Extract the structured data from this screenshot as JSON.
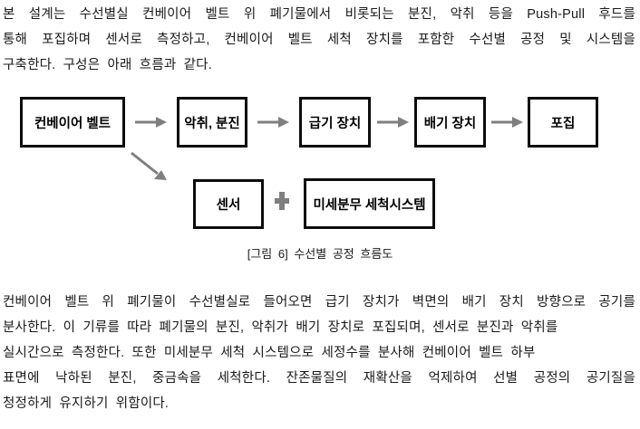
{
  "intro": {
    "lines": [
      "본 설계는 수선별실 컨베이어 벨트 위 폐기물에서 비롯되는 분진, 악취 등을 Push-Pull 후드를",
      "통해 포집하며 센서로 측정하고, 컨베이어 벨트 세척 장치를 포함한 수선별 공정 및 시스템을",
      "구축한다. 구성은 아래 흐름과 같다."
    ]
  },
  "diagram": {
    "flow": [
      "컨베이어 벨트",
      "악취, 분진",
      "급기 장치",
      "배기 장치",
      "포집"
    ],
    "sensor": "센서",
    "spray": "미세분무 세척시스템",
    "caption": "[그림 6] 수선별 공정 흐름도",
    "icons": {
      "flow_arrow": "right-arrow-icon",
      "branch_arrow": "diagonal-arrow-icon",
      "combine": "plus-icon"
    },
    "colors": {
      "arrow": "#7f7f7f",
      "box_border": "#0c0c0c",
      "text": "#1a1a1a"
    }
  },
  "body": {
    "lines": [
      "컨베이어 벨트 위 폐기물이 수선별실로 들어오면 급기 장치가 벽면의 배기 장치 방향으로 공기를",
      "분사한다. 이 기류를 따라 폐기물의 분진, 악취가 배기 장치로 포집되며, 센서로 분진과 악취를",
      "실시간으로 측정한다. 또한 미세분무 세척 시스템으로 세정수를 분사해 컨베이어 벨트 하부",
      "표면에 낙하된 분진, 중금속을 세척한다. 잔존물질의 재확산을 억제하여 선별 공정의 공기질을",
      "청정하게 유지하기 위함이다."
    ]
  }
}
